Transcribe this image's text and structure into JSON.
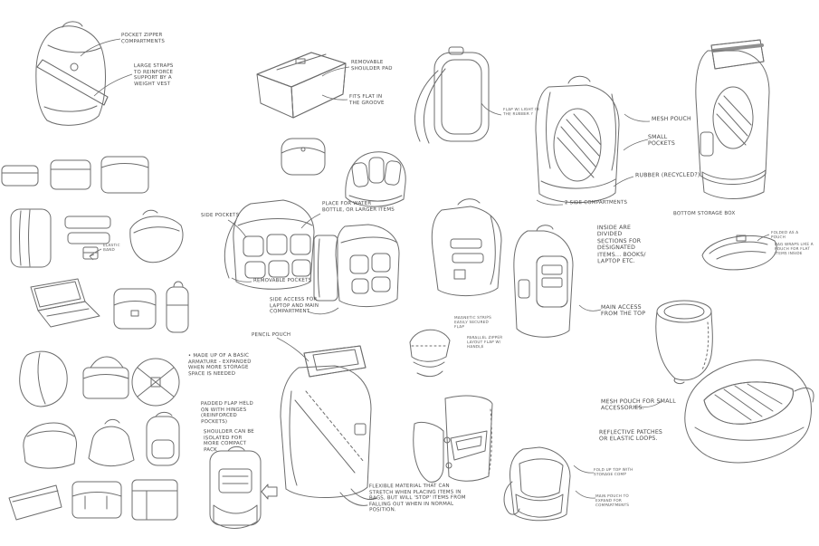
{
  "sheet": {
    "description_colors": {
      "paper": "#ffffff",
      "ink": "#6d6d6d",
      "note_ink": "#474747",
      "shading": "#e9e9e9"
    }
  },
  "annotations": [
    {
      "id": "pocket-zipper",
      "text": "Pocket zipper compartments"
    },
    {
      "id": "large-straps",
      "text": "Large straps to reinforce support by a weight vest"
    },
    {
      "id": "removable-shoulder",
      "text": "Removable shoulder pad"
    },
    {
      "id": "fits-flat",
      "text": "Fits flat in the groove"
    },
    {
      "id": "side-pockets",
      "text": "Side pockets"
    },
    {
      "id": "water-bottle",
      "text": "Place for water bottle, or larger items"
    },
    {
      "id": "removable-pockets",
      "text": "Removable pockets"
    },
    {
      "id": "side-access",
      "text": "Side access for laptop and main compartment"
    },
    {
      "id": "flap-rubber",
      "text": "Flap w/ light in the rubber ?"
    },
    {
      "id": "mesh-pouch",
      "text": "Mesh pouch"
    },
    {
      "id": "small-pockets",
      "text": "Small pockets"
    },
    {
      "id": "rubber-recycled",
      "text": "Rubber (recycled?)"
    },
    {
      "id": "two-side-comp",
      "text": "2 side compartments"
    },
    {
      "id": "bottom-storage",
      "text": "Bottom storage box"
    },
    {
      "id": "divided-sections",
      "text": "Inside are divided sections for designated items... books/ laptop etc."
    },
    {
      "id": "main-access",
      "text": "Main access from the top"
    },
    {
      "id": "magnetic-flap",
      "text": "Magnetic strips easily secured flap"
    },
    {
      "id": "parallel-zipper",
      "text": "Parallel zipper layout flap w/ handle"
    },
    {
      "id": "pencil-pouch",
      "text": "Pencil pouch"
    },
    {
      "id": "basic-armature",
      "text": "• Made up of a basic armature - expanded when more storage space is needed"
    },
    {
      "id": "padded-flap",
      "text": "Padded flap held on with hinges (reinforced pockets)"
    },
    {
      "id": "shoulder-isolated",
      "text": "Shoulder can be isolated for more compact pack"
    },
    {
      "id": "elastic-band",
      "text": "Elastic band"
    },
    {
      "id": "flexible-material",
      "text": "Flexible material that can stretch when placing items in bags, but will 'stop' items from falling out when in normal position."
    },
    {
      "id": "mesh-accessories",
      "text": "Mesh pouch for small accessories."
    },
    {
      "id": "reflective",
      "text": "Reflective patches or elastic loops."
    },
    {
      "id": "folded-pouch",
      "text": "Folded as a pouch"
    },
    {
      "id": "bag-wraps",
      "text": "Bag wraps like a pouch for flat items inside"
    },
    {
      "id": "fold-up-top",
      "text": "Fold up top with storage comp"
    },
    {
      "id": "main-pouch-expand",
      "text": "Main pouch to expand for compartments"
    }
  ]
}
